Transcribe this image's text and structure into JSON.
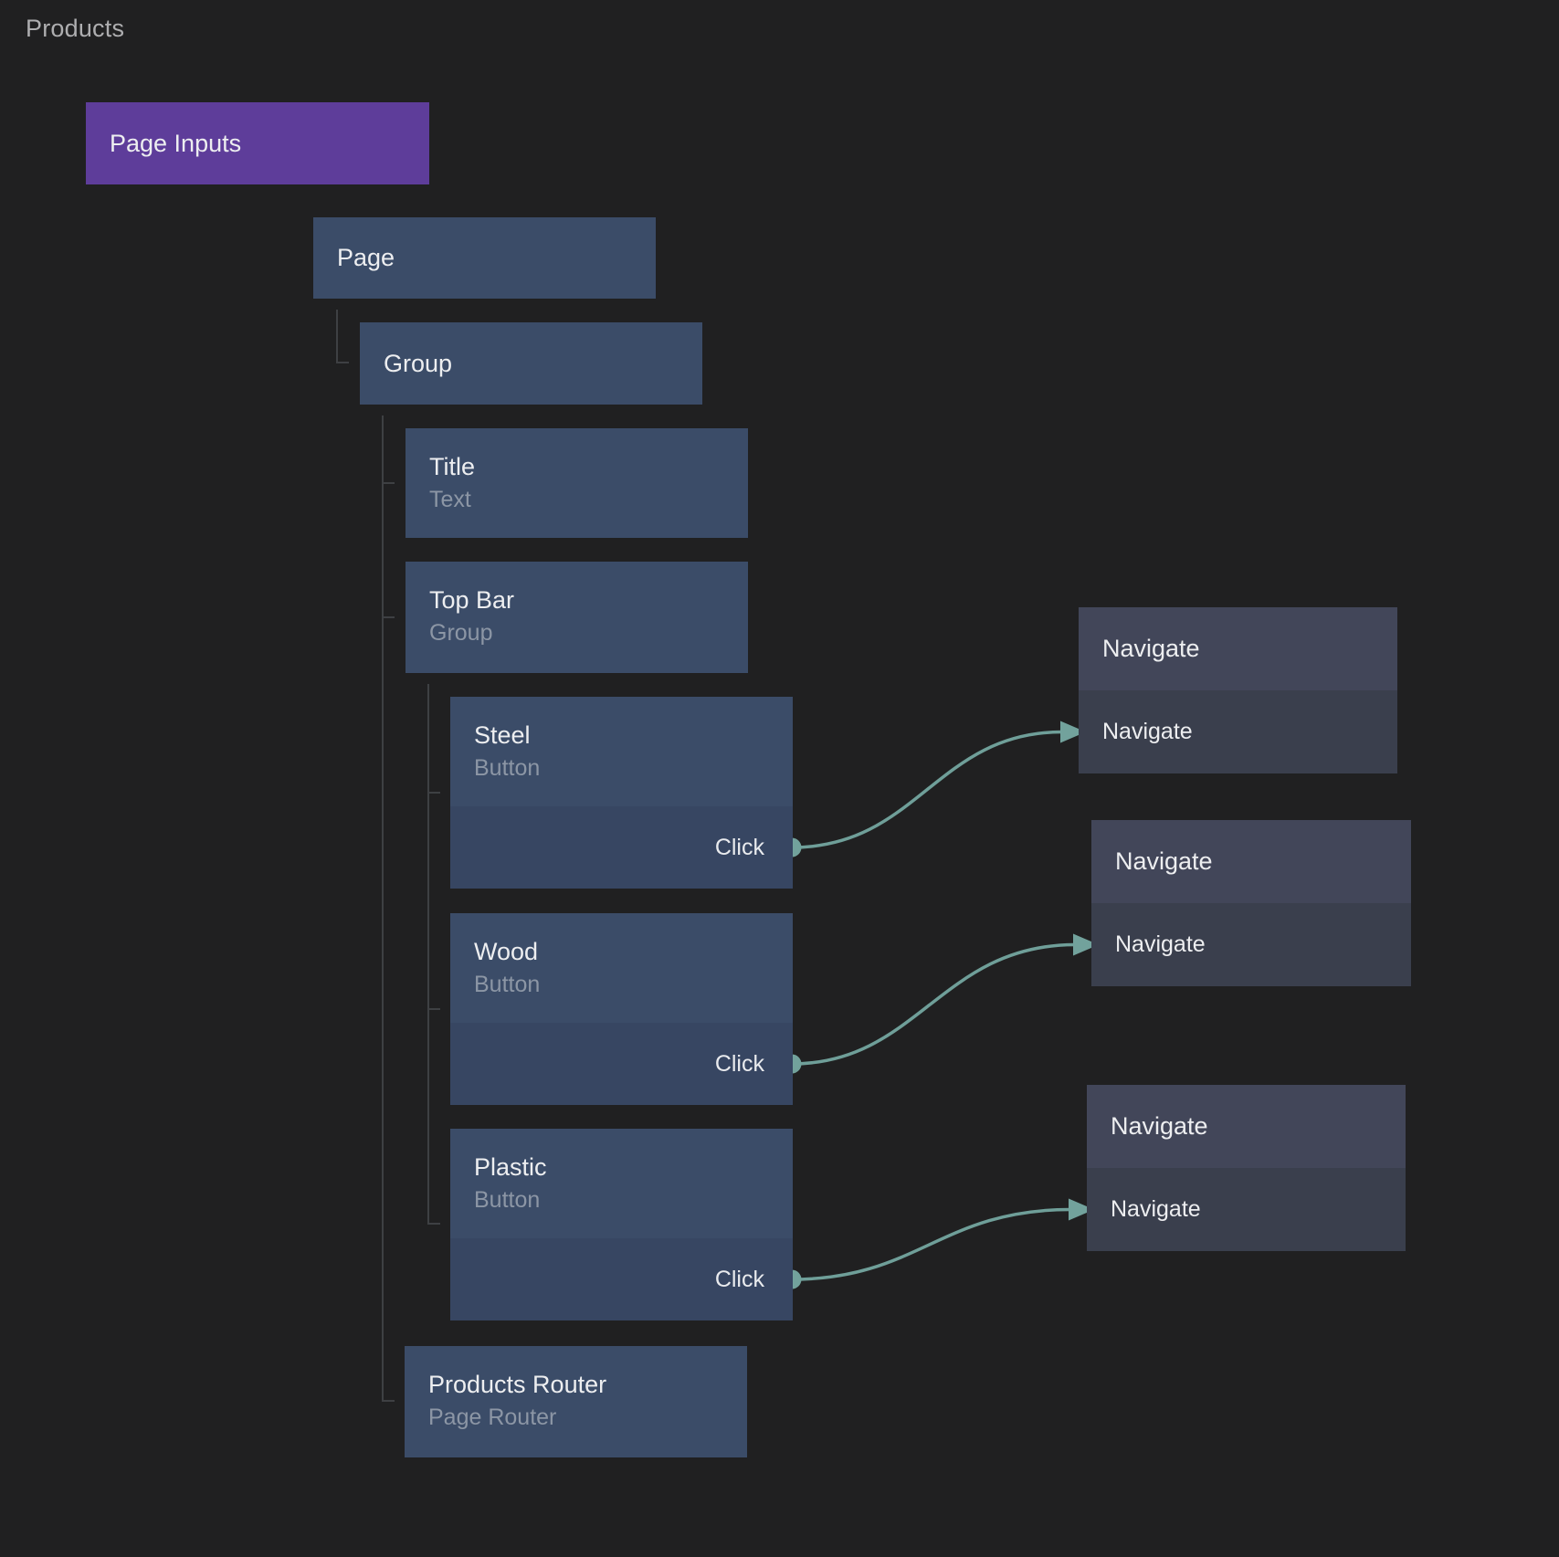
{
  "header": {
    "title": "Products"
  },
  "colors": {
    "background": "#202021",
    "node_blue": "#3b4c68",
    "node_click_row": "#374662",
    "node_purple": "#5e3d9a",
    "action_header": "#424659",
    "action_row": "#3a3f4d",
    "wire_teal": "#6f9f99",
    "tree_line": "#3e4043",
    "subtitle_gray": "#8c96a5"
  },
  "nodes": {
    "page_inputs": {
      "label": "Page Inputs"
    },
    "page": {
      "label": "Page"
    },
    "group": {
      "label": "Group"
    },
    "title": {
      "label": "Title",
      "type": "Text"
    },
    "top_bar": {
      "label": "Top Bar",
      "type": "Group"
    },
    "steel": {
      "label": "Steel",
      "type": "Button",
      "event": "Click"
    },
    "wood": {
      "label": "Wood",
      "type": "Button",
      "event": "Click"
    },
    "plastic": {
      "label": "Plastic",
      "type": "Button",
      "event": "Click"
    },
    "products_router": {
      "label": "Products Router",
      "type": "Page Router"
    }
  },
  "actions": {
    "nav1": {
      "header": "Navigate",
      "row": "Navigate"
    },
    "nav2": {
      "header": "Navigate",
      "row": "Navigate"
    },
    "nav3": {
      "header": "Navigate",
      "row": "Navigate"
    }
  }
}
